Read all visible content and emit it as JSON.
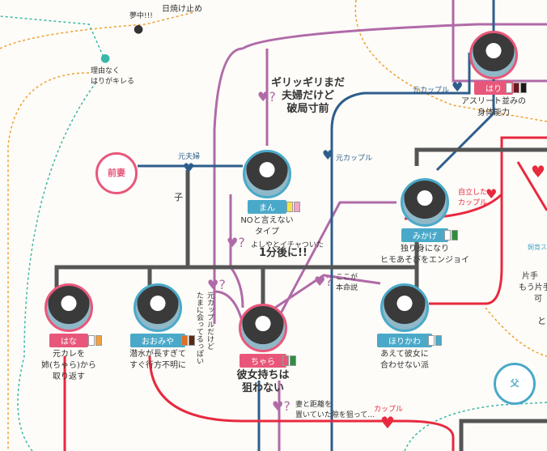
{
  "nodes": {
    "hari": {
      "name": "はり",
      "desc": "アスリート並みの\n身体能力",
      "swatches": [
        "#ffffff",
        "#6b1a1a",
        "#1a1a1a"
      ]
    },
    "man": {
      "name": "まん",
      "desc": "NOと言えない\nタイプ",
      "swatches": [
        "#f5e34a",
        "#f3a4c8"
      ]
    },
    "mikage": {
      "name": "みかげ",
      "desc": "独り身になり\nヒモあそびをエンジョイ",
      "swatches": [
        "#ffffff",
        "#2f8f3f"
      ]
    },
    "hana": {
      "name": "はな",
      "desc": "元カレを\n姉(ちゃら)から\n取り返す",
      "swatches": [
        "#ffffff",
        "#f0a040"
      ]
    },
    "ooiya": {
      "name": "おおみや",
      "desc": "潜水が長すぎて\nすぐ行方不明に",
      "swatches": [
        "#e07020",
        "#5a2a10"
      ]
    },
    "chara": {
      "name": "ちゃら",
      "desc": "彼女持ちは\n狙わない",
      "swatches": [
        "#e8577a",
        "#2f8f3f"
      ]
    },
    "horikawa": {
      "name": "ほりかわ",
      "desc": "あえて彼女に\n合わせない派",
      "swatches": [
        "#ffffff",
        "#4aa9c9"
      ]
    }
  },
  "labels": {
    "zenzuma": "前妻",
    "chichi": "父",
    "ko": "子",
    "moto_fufu": "元夫婦",
    "moto_couple1": "元カップル",
    "moto_couple2": "元カップル",
    "jiritsu": "自立した\nカップル",
    "couple": "カップル",
    "girigiri": "ギリッギリまだ\n夫婦だけど\n破局寸前",
    "yoshiya": "よしやとイチャついた",
    "ippungo": "1分後に!!",
    "honmei": "ここが\n本命説",
    "tamani": "元カップルだけど\nたまに会ってるっぽい",
    "tsuma": "妻と距離を\n置いていた隙を狙って…",
    "muchu": "夢中!!!",
    "hiyake": "日焼け止め",
    "riyuu": "理由なく\nはりがキレる",
    "right_a": "飼育ス",
    "right_b": "片手",
    "right_c": "もう片手",
    "right_d": "可",
    "right_e": "と"
  },
  "colors": {
    "blue": "#4aa9c9",
    "pink": "#e8577a",
    "purple": "#b06aa8",
    "navy": "#2e5d8c",
    "red": "#e8293e",
    "orange": "#f0a030",
    "teal": "#3bb7a8",
    "gray": "#555555"
  }
}
